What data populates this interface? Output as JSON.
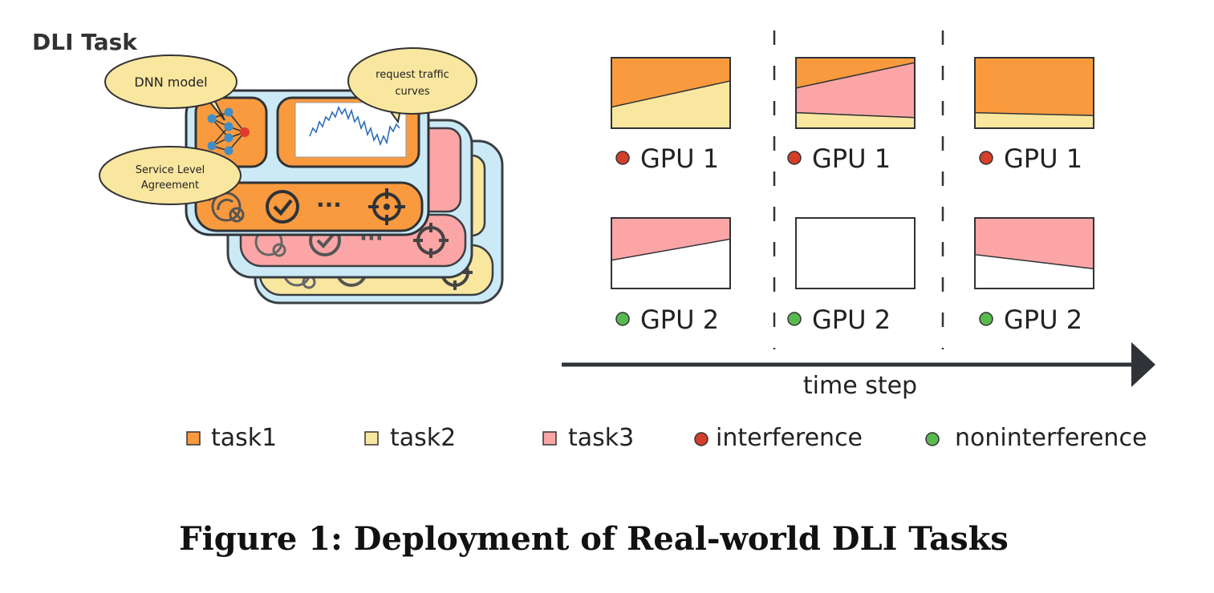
{
  "task_card": {
    "title": "DLI Task",
    "callouts": {
      "dnn_model": "DNN model",
      "traffic_line1": "request traffic",
      "traffic_line2": "curves",
      "sla_line1": "Service Level",
      "sla_line2": "Agreement"
    },
    "ellipsis": "···"
  },
  "timeline": {
    "gpu1_label": "GPU 1",
    "gpu2_label": "GPU 2",
    "axis_label": "time step",
    "steps": [
      {
        "gpu1": {
          "status": "interference",
          "task2_share": [
            0.3,
            0.67
          ],
          "task3_share": [
            0.0,
            0.0
          ]
        },
        "gpu2": {
          "status": "noninterference",
          "task3_share": [
            0.6,
            0.3
          ]
        }
      },
      {
        "gpu1": {
          "status": "interference",
          "task2_share": [
            0.22,
            0.15
          ],
          "task3_share": [
            0.35,
            0.78
          ]
        },
        "gpu2": {
          "status": "noninterference",
          "task3_share": [
            0.0,
            0.0
          ]
        }
      },
      {
        "gpu1": {
          "status": "interference",
          "task2_share": [
            0.22,
            0.18
          ],
          "task3_share": [
            0.0,
            0.0
          ]
        },
        "gpu2": {
          "status": "noninterference",
          "task3_share": [
            0.52,
            0.72
          ]
        }
      }
    ]
  },
  "legend": {
    "task1": "task1",
    "task2": "task2",
    "task3": "task3",
    "interference": "interference",
    "noninterference": "noninterference"
  },
  "colors": {
    "task1": "#F99A3E",
    "task2": "#F9E7A0",
    "task3": "#FBA5A6",
    "interference": "#D43F29",
    "noninterference": "#58B94F",
    "card_bg": "#CBEAF6",
    "outline": "#2F3337"
  },
  "caption": "Figure 1: Deployment of Real-world DLI Tasks"
}
